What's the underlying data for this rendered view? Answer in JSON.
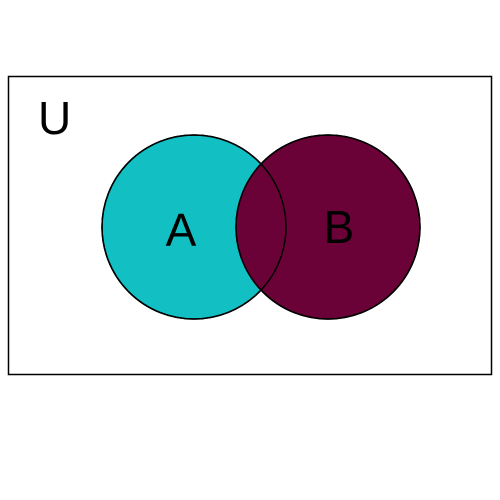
{
  "diagram": {
    "type": "venn",
    "universe": {
      "label": "U",
      "stroke_color": "#000000",
      "fill_color": "#ffffff"
    },
    "sets": [
      {
        "label": "A",
        "fill_color": "#12bfc2"
      },
      {
        "label": "B",
        "fill_color": "#6a0238"
      }
    ],
    "intersection_color": "#6a0238",
    "outline_color": "#000000"
  }
}
